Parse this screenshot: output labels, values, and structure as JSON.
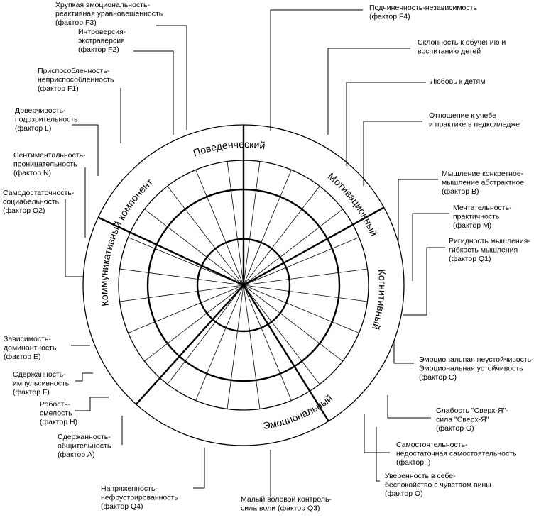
{
  "segments": [
    {
      "label": "Поведенческий"
    },
    {
      "label": "Мотивационный"
    },
    {
      "label": "Когнитивный"
    },
    {
      "label": "Эмоциональный"
    },
    {
      "label": "Коммуникативный компонент"
    }
  ],
  "factors": [
    {
      "lines": [
        "Хрупкая эмоциональность-",
        "реактивная уравновешенность",
        "(фактор F3)"
      ]
    },
    {
      "lines": [
        "Интроверсия-",
        "экстраверсия",
        "(фактор F2)"
      ]
    },
    {
      "lines": [
        "Приспособленность-",
        "неприспособленность",
        "(фактор F1)"
      ]
    },
    {
      "lines": [
        "Доверчивость-",
        "подозрительность",
        "(фактор L)"
      ]
    },
    {
      "lines": [
        "Сентиментальность-",
        "проницательность",
        "(фактор N)"
      ]
    },
    {
      "lines": [
        "Самодостаточность-",
        "социабельность",
        "(фактор Q2)"
      ]
    },
    {
      "lines": [
        "Подчиненность-независимость",
        "(фактор F4)"
      ]
    },
    {
      "lines": [
        "Склонность к обучению и",
        "воспитанию детей"
      ]
    },
    {
      "lines": [
        "Любовь к детям"
      ]
    },
    {
      "lines": [
        "Отношение к учебе",
        "и практике в педколледже"
      ]
    },
    {
      "lines": [
        "Мышление конкретное-",
        "мышление абстрактное",
        "(фактор B)"
      ]
    },
    {
      "lines": [
        "Мечтательность-",
        "практичность",
        "(фактор M)"
      ]
    },
    {
      "lines": [
        "Ригидность мышления-",
        "гибкость мышления",
        "(фактор Q1)"
      ]
    },
    {
      "lines": [
        "Зависимость-",
        "доминантность",
        "(фактор E)"
      ]
    },
    {
      "lines": [
        "Сдержанность-",
        "импульсивность",
        "(фактор F)"
      ]
    },
    {
      "lines": [
        "Робость-",
        "смелость",
        "(фактор H)"
      ]
    },
    {
      "lines": [
        "Сдержанность-",
        "общительность",
        "(фактор A)"
      ]
    },
    {
      "lines": [
        "Напряженность-",
        "нефрустрированность",
        "(фактор Q4)"
      ]
    },
    {
      "lines": [
        "Малый волевой контроль-",
        "сила воли (фактор Q3)"
      ]
    },
    {
      "lines": [
        "Уверенность в себе-",
        "беспокойство с чувством вины",
        "(фактор О)"
      ]
    },
    {
      "lines": [
        "Самостоятельность-",
        "недостаточная самостоятельность",
        "(фактор I)"
      ]
    },
    {
      "lines": [
        "Слабость \"Сверх-Я\"-",
        "сила \"Сверх-Я\"",
        "(фактор G)"
      ]
    },
    {
      "lines": [
        "Эмоциональная неустойчивость-",
        "Эмоциональная устойчивость",
        "(фактор С)"
      ]
    }
  ]
}
